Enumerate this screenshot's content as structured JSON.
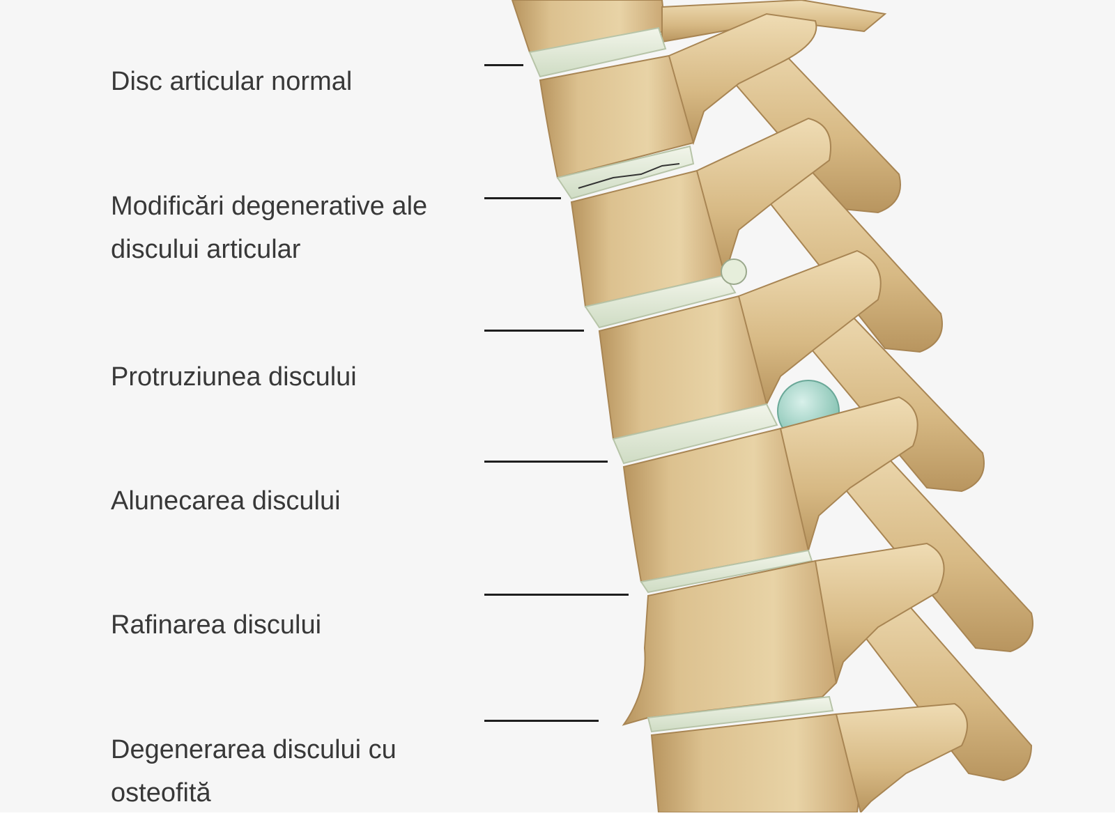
{
  "labels": [
    {
      "text": "Disc articular normal"
    },
    {
      "text": "Modificări degenerative ale\ndiscului articular"
    },
    {
      "text": "Protruziunea discului"
    },
    {
      "text": "Alunecarea discului"
    },
    {
      "text": "Rafinarea discului"
    },
    {
      "text": "Degenerarea discului cu\nosteofită"
    }
  ],
  "colors": {
    "background": "#f6f6f6",
    "text": "#383838",
    "leader_line": "#1e1e1e",
    "bone": "#d9bd8c",
    "bone_shadow": "#b8955f",
    "bone_highlight": "#efdcb4",
    "disc": "#e6eedb",
    "herniation": "#9fd6c8"
  },
  "illustration": "lumbar-spine-lateral-view"
}
